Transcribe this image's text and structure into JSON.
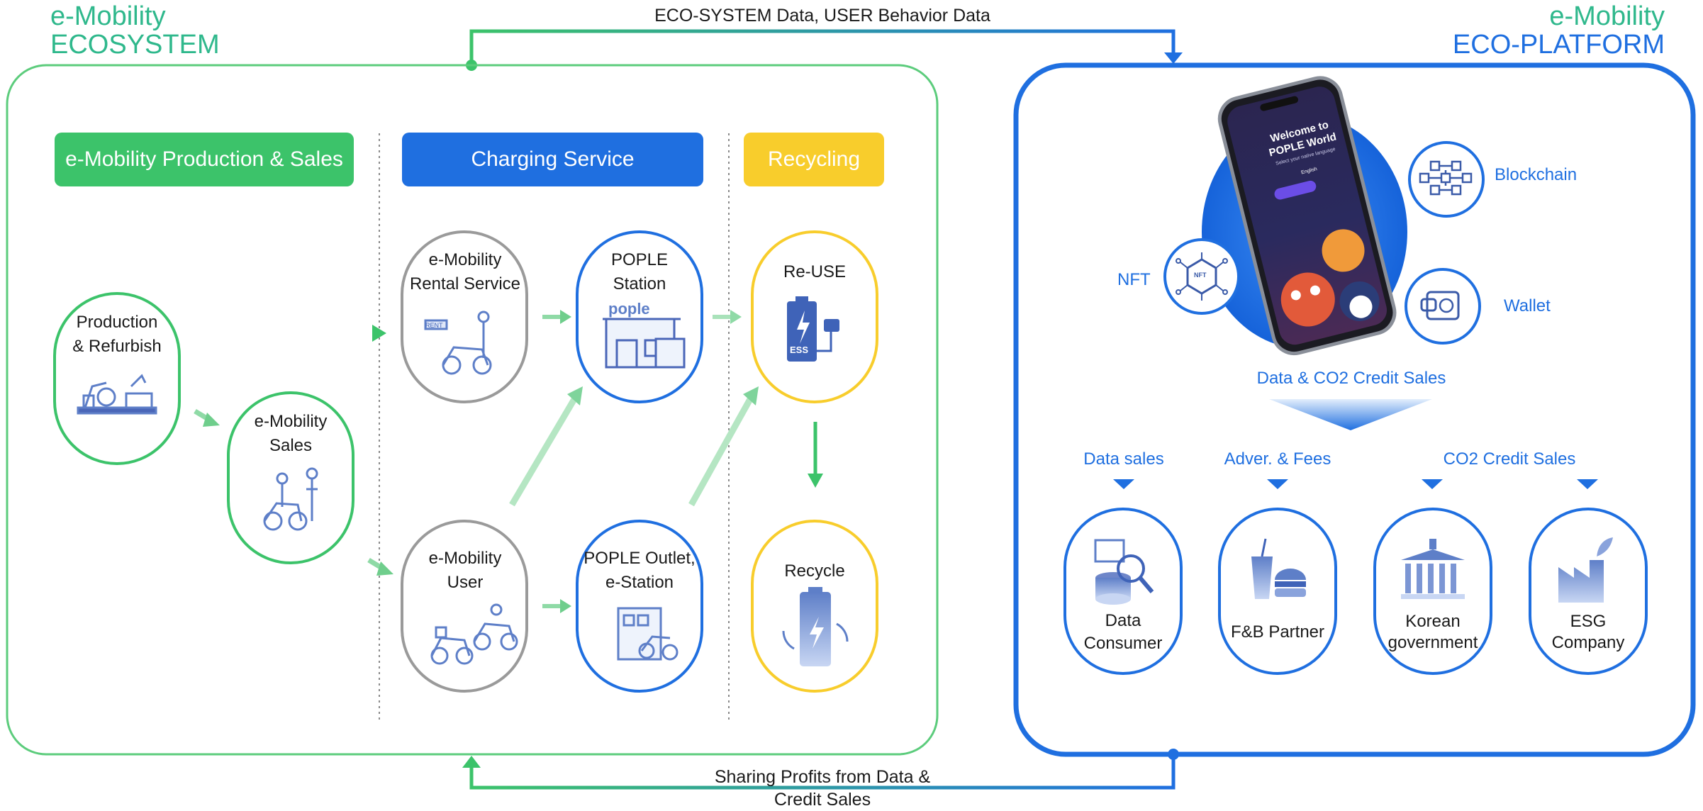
{
  "ecosystem": {
    "title_line1": "e-Mobility",
    "title_line2": "ECOSYSTEM",
    "sections": {
      "production": "e-Mobility Production & Sales",
      "charging": "Charging Service",
      "recycling": "Recycling"
    },
    "nodes": {
      "production_l1": "Production",
      "production_l2": "& Refurbish",
      "sales_l1": "e-Mobility",
      "sales_l2": "Sales",
      "rental_l1": "e-Mobility",
      "rental_l2": "Rental Service",
      "user_l1": "e-Mobility",
      "user_l2": "User",
      "station_l1": "POPLE",
      "station_l2": "Station",
      "outlet_l1": "POPLE Outlet,",
      "outlet_l2": "e-Station",
      "reuse": "Re-USE",
      "recycle": "Recycle"
    },
    "icon_text": {
      "rent_tag": "RENT",
      "pople_sign": "pople",
      "ess": "ESS"
    }
  },
  "platform": {
    "title_line1": "e-Mobility",
    "title_line2": "ECO-PLATFORM",
    "phone": {
      "welcome_l1": "Welcome to",
      "welcome_l2": "POPLE World",
      "subtitle": "Select your native language",
      "button": "English"
    },
    "features": {
      "blockchain": "Blockchain",
      "nft": "NFT",
      "nft_badge": "NFT",
      "wallet": "Wallet"
    },
    "sales_caption": "Data & CO2 Credit Sales",
    "revenue": {
      "data_sales": "Data sales",
      "adver_fees": "Adver. & Fees",
      "co2_sales": "CO2 Credit Sales"
    },
    "partners": {
      "data_l1": "Data",
      "data_l2": "Consumer",
      "fb": "F&B Partner",
      "gov_l1": "Korean",
      "gov_l2": "government",
      "esg_l1": "ESG",
      "esg_l2": "Company"
    }
  },
  "flows": {
    "top": "ECO-SYSTEM Data,  USER Behavior Data",
    "bottom_l1": "Sharing Profits from Data &",
    "bottom_l2": "Credit Sales"
  },
  "colors": {
    "green": "#3cc36a",
    "blue": "#1f6fe0",
    "yellow": "#f8cd2c",
    "gray": "#9a9a9a",
    "teal": "#2fb88c"
  }
}
